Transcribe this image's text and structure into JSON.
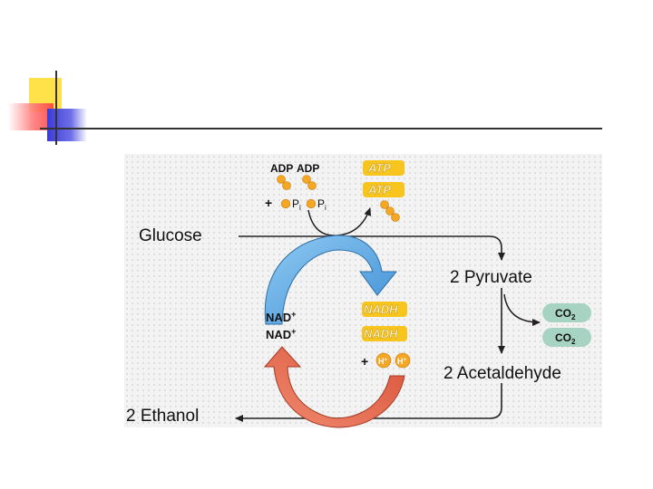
{
  "figure": {
    "glucose": "Glucose",
    "pyruvate": "2 Pyruvate",
    "acetaldehyde": "2 Acetaldehyde",
    "ethanol": "2 Ethanol",
    "adp1": "ADP",
    "adp2": "ADP",
    "plus1": "+",
    "pi1": "P",
    "pi1_sub": "i",
    "pi2": "P",
    "pi2_sub": "i",
    "atp1": "ATP",
    "atp2": "ATP",
    "nadh1": "NADH",
    "nadh2": "NADH",
    "nad1": "NAD",
    "nad1_sup": "+",
    "nad2": "NAD",
    "nad2_sup": "+",
    "plus2": "+",
    "h1": "H",
    "h1_sup": "+",
    "h2": "H",
    "h2_sup": "+",
    "co2_1": "CO",
    "co2_1_sub": "2",
    "co2_2": "CO",
    "co2_2_sub": "2"
  },
  "colors": {
    "yellow_badge": "#f7c51e",
    "orange_dot": "#f5a623",
    "blue_arrow": "#5aa9e6",
    "red_arrow": "#e8674a",
    "co2_pill": "#a7d3c3",
    "line": "#222222"
  }
}
